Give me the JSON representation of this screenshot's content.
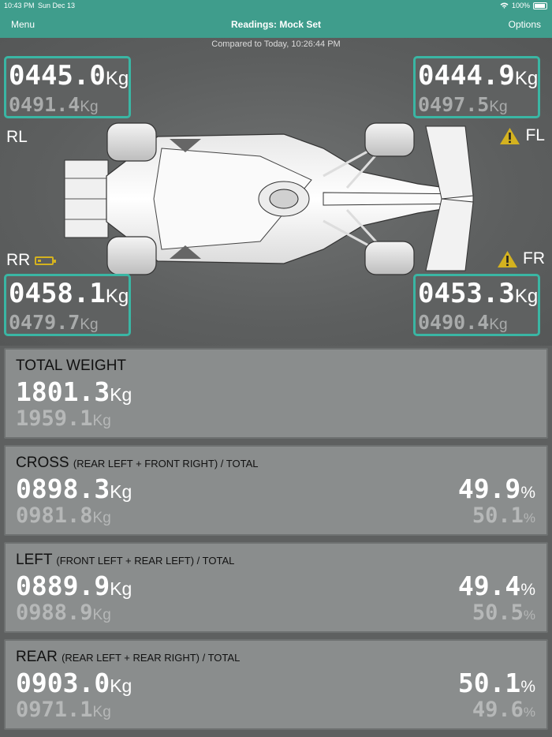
{
  "status": {
    "time": "10:43 PM",
    "date": "Sun Dec 13",
    "battery": "100%"
  },
  "nav": {
    "menu": "Menu",
    "title": "Readings: Mock Set",
    "options": "Options"
  },
  "compared": "Compared to Today, 10:26:44 PM",
  "unit": "Kg",
  "pct_unit": "%",
  "wheels": {
    "rl": {
      "label": "RL",
      "current": "0445.0",
      "previous": "0491.4"
    },
    "fl": {
      "label": "FL",
      "current": "0444.9",
      "previous": "0497.5",
      "warning": true
    },
    "rr": {
      "label": "RR",
      "current": "0458.1",
      "previous": "0479.7",
      "low_battery": true
    },
    "fr": {
      "label": "FR",
      "current": "0453.3",
      "previous": "0490.4",
      "warning": true
    }
  },
  "total": {
    "heading": "TOTAL WEIGHT",
    "current": "1801.3",
    "previous": "1959.1"
  },
  "cross": {
    "heading": "CROSS",
    "sub": "(REAR LEFT + FRONT RIGHT) / TOTAL",
    "current": "0898.3",
    "previous": "0981.8",
    "pct": "49.9",
    "pct_prev": "50.1"
  },
  "left": {
    "heading": "LEFT",
    "sub": "(FRONT LEFT + REAR LEFT) / TOTAL",
    "current": "0889.9",
    "previous": "0988.9",
    "pct": "49.4",
    "pct_prev": "50.5"
  },
  "rear": {
    "heading": "REAR",
    "sub": "(REAR LEFT + REAR RIGHT) / TOTAL",
    "current": "0903.0",
    "previous": "0971.1",
    "pct": "50.1",
    "pct_prev": "49.6"
  },
  "colors": {
    "accent": "#3f9d8c",
    "box_border": "#3ab6a4",
    "warning": "#d4b21f"
  }
}
